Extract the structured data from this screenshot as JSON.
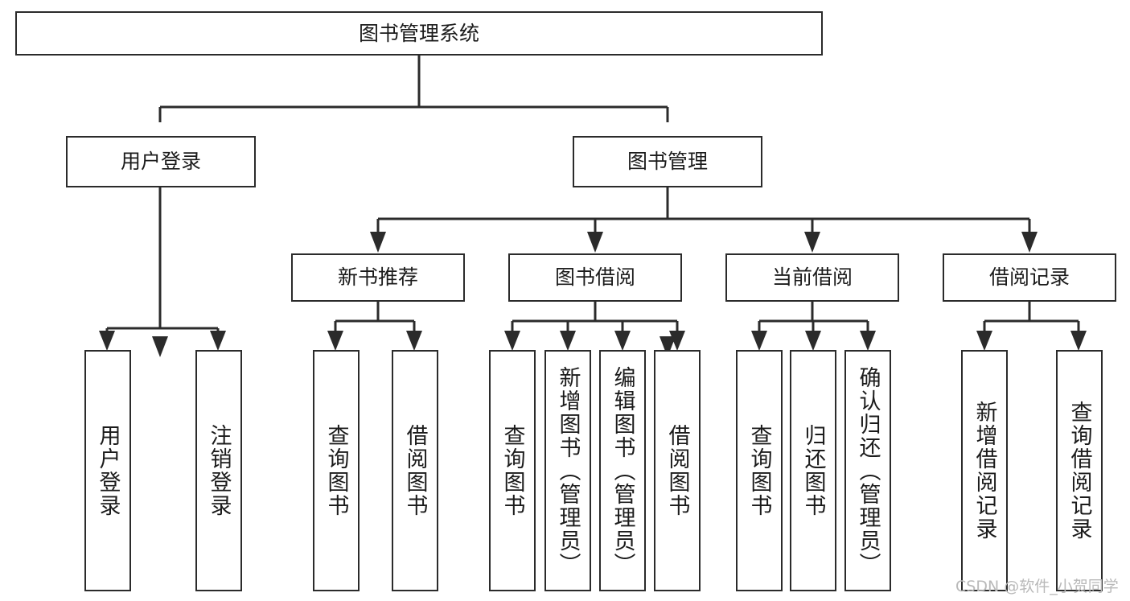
{
  "diagram": {
    "type": "tree",
    "title": "图书管理系统",
    "orientation": "top-down",
    "colors": {
      "node_border": "#2b2b2b",
      "node_fill": "#ffffff",
      "edge": "#2b2b2b",
      "text": "#1b1b1b",
      "watermark": "#b9b9b9",
      "background": "#ffffff"
    }
  },
  "watermark": {
    "text": "CSDN @软件_小贺同学"
  },
  "nodes": {
    "root": {
      "label": "图书管理系统"
    },
    "level2": [
      {
        "label": "用户登录"
      },
      {
        "label": "图书管理"
      }
    ],
    "level3": [
      {
        "label": "新书推荐"
      },
      {
        "label": "图书借阅"
      },
      {
        "label": "当前借阅"
      },
      {
        "label": "借阅记录"
      }
    ],
    "leaves": {
      "user_login": [
        {
          "label": "用户登录"
        },
        {
          "label": "注销登录"
        }
      ],
      "new_book_recommend": [
        {
          "label": "查询图书"
        },
        {
          "label": "借阅图书"
        }
      ],
      "book_borrow": [
        {
          "label": "查询图书"
        },
        {
          "label": "新增图书（管理员）"
        },
        {
          "label": "编辑图书（管理员）"
        },
        {
          "label": "借阅图书"
        }
      ],
      "current_borrow": [
        {
          "label": "查询图书"
        },
        {
          "label": "归还图书"
        },
        {
          "label": "确认归还（管理员）"
        }
      ],
      "borrow_record": [
        {
          "label": "新增借阅记录"
        },
        {
          "label": "查询借阅记录"
        }
      ]
    }
  }
}
